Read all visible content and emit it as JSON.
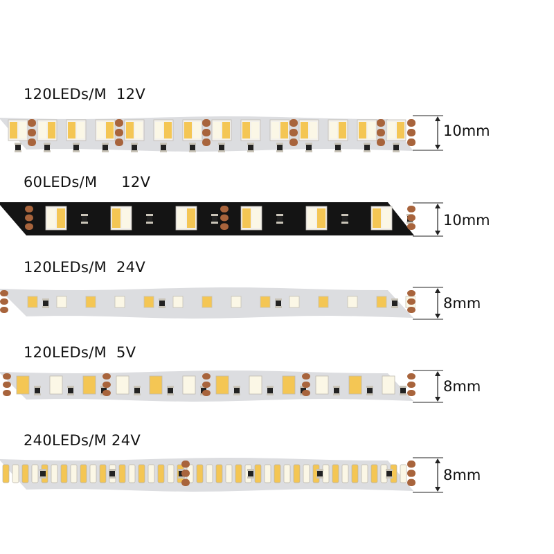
{
  "strips": [
    {
      "label": "120LEDs/M  12V",
      "width": "10mm",
      "board": "light",
      "density": 120,
      "voltage": "12V"
    },
    {
      "label": "60LEDs/M     12V",
      "width": "10mm",
      "board": "dark",
      "density": 60,
      "voltage": "12V"
    },
    {
      "label": "120LEDs/M  24V",
      "width": "8mm",
      "board": "light-small",
      "density": 120,
      "voltage": "24V"
    },
    {
      "label": "120LEDs/M  5V",
      "width": "8mm",
      "board": "light",
      "density": 120,
      "voltage": "5V"
    },
    {
      "label": "240LEDs/M 24V",
      "width": "8mm",
      "board": "light-narrow",
      "density": 240,
      "voltage": "24V"
    }
  ],
  "colors": {
    "pcb_light": "#dcdde0",
    "pcb_dark": "#141414",
    "copper": "#a8643c",
    "led_warm": "#f4c654",
    "led_cool": "#fbf7e6",
    "led_frame": "#f3f1ec"
  }
}
